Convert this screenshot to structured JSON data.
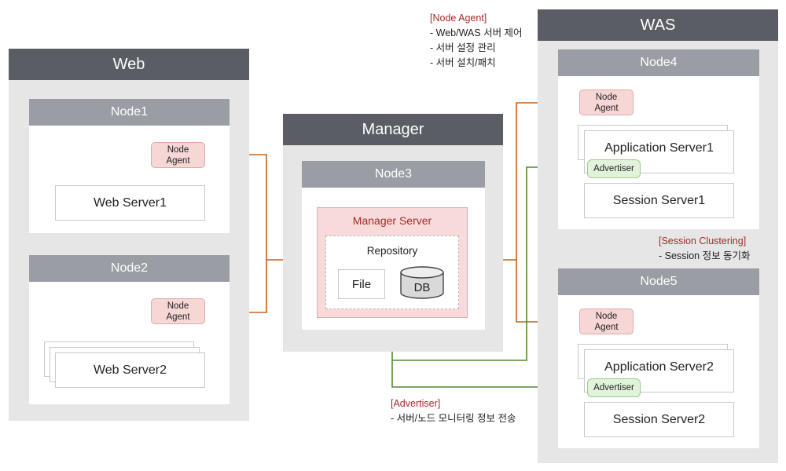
{
  "zones": {
    "web": {
      "title": "Web"
    },
    "manager": {
      "title": "Manager"
    },
    "was": {
      "title": "WAS"
    }
  },
  "nodes": {
    "node1": {
      "title": "Node1",
      "server": "Web Server1"
    },
    "node2": {
      "title": "Node2",
      "server": "Web Server2"
    },
    "node3": {
      "title": "Node3",
      "manager_server": "Manager Server",
      "repository": "Repository",
      "file": "File",
      "db": "DB"
    },
    "node4": {
      "title": "Node4",
      "app_server": "Application Server1",
      "session_server": "Session Server1"
    },
    "node5": {
      "title": "Node5",
      "app_server": "Application Server2",
      "session_server": "Session Server2"
    }
  },
  "agent": {
    "line1": "Node",
    "line2": "Agent"
  },
  "advertiser_label": "Advertiser",
  "notes": {
    "node_agent": {
      "title": "[Node Agent]",
      "lines": [
        "- Web/WAS 서버 제어",
        "- 서버 설정 관리",
        "- 서버 설치/패치"
      ]
    },
    "session_clustering": {
      "title": "[Session Clustering]",
      "lines": [
        "- Session 정보 동기화"
      ]
    },
    "advertiser": {
      "title": "[Advertiser]",
      "lines": [
        "- 서버/노드 모니터링 정보 전송"
      ]
    }
  },
  "colors": {
    "orange_line": "#c0631f",
    "green_line": "#4e8c2a",
    "zone_bg": "#e6e6e6",
    "zone_header": "#5a5d63",
    "node_header": "#9a9da4",
    "agent_bg": "#f7d6d6",
    "advertiser_bg": "#e2f3dc",
    "note_title": "#a22a2a"
  }
}
